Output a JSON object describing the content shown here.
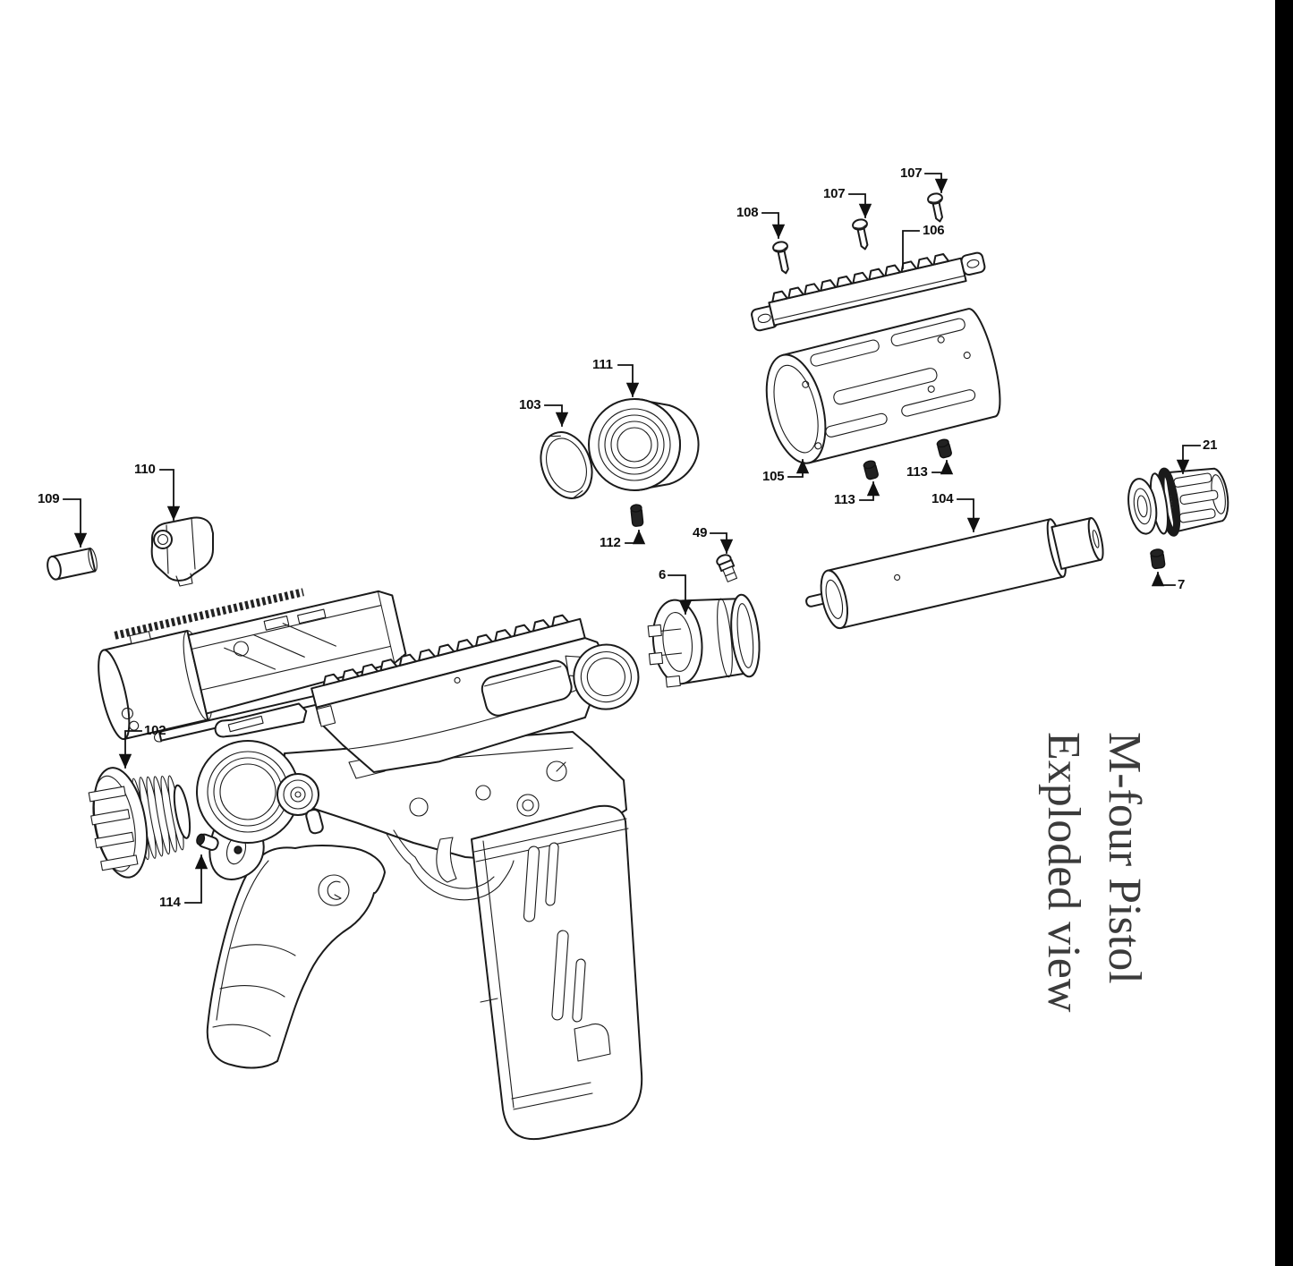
{
  "title": {
    "line1": "M-four Pistol",
    "line2": "Exploded view"
  },
  "colors": {
    "line_art": "#1b1b1b",
    "title_text": "#3b3b3b",
    "background": "#ffffff",
    "right_edge_bar": "#000000"
  },
  "diagram": {
    "type": "exploded-view-technical-drawing",
    "subject": "M-four Pistol"
  },
  "labels": [
    {
      "text": "108"
    },
    {
      "text": "107"
    },
    {
      "text": "107"
    },
    {
      "text": "106"
    },
    {
      "text": "111"
    },
    {
      "text": "103"
    },
    {
      "text": "105"
    },
    {
      "text": "113"
    },
    {
      "text": "113"
    },
    {
      "text": "104"
    },
    {
      "text": "21"
    },
    {
      "text": "7"
    },
    {
      "text": "112"
    },
    {
      "text": "49"
    },
    {
      "text": "6"
    },
    {
      "text": "109"
    },
    {
      "text": "110"
    },
    {
      "text": "102"
    },
    {
      "text": "114"
    }
  ]
}
